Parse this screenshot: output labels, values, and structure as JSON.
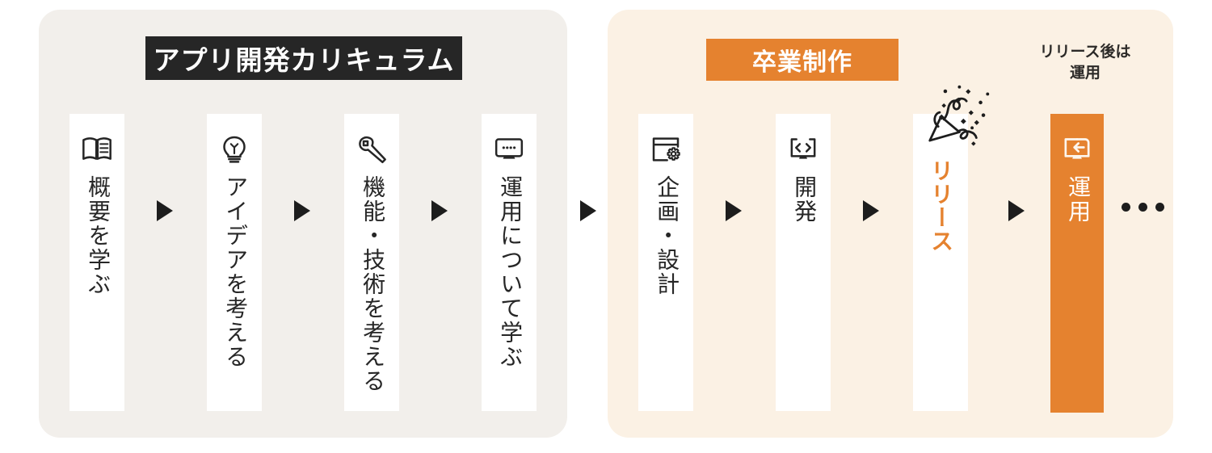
{
  "colors": {
    "page_background": "#ffffff",
    "curriculum_panel": "#f2efeb",
    "graduation_panel": "#fbf1e4",
    "badge_dark": "#262626",
    "accent_orange": "#e5822f",
    "card_white": "#ffffff",
    "text_dark": "#262626",
    "arrow_dark": "#1d1d1d"
  },
  "sections": {
    "curriculum": {
      "badge_label": "アプリ開発カリキュラム",
      "steps": [
        {
          "label": "概要を学ぶ",
          "icon": "open-book-icon"
        },
        {
          "label": "アイデアを考える",
          "icon": "lightbulb-icon"
        },
        {
          "label": "機能・技術を考える",
          "icon": "wrench-icon"
        },
        {
          "label": "運用について学ぶ",
          "icon": "monitor-dots-icon"
        }
      ]
    },
    "graduation": {
      "badge_label": "卒業制作",
      "note": "リリース後は\n運用",
      "steps": [
        {
          "label": "企画・設計",
          "icon": "window-gear-icon"
        },
        {
          "label": "開発",
          "icon": "code-monitor-icon"
        },
        {
          "label": "リリース",
          "icon": "party-popper-icon"
        },
        {
          "label": "運用",
          "icon": "monitor-back-arrow-icon"
        }
      ],
      "trailing_dots": "•••"
    }
  },
  "arrows": {
    "glyph": "▶",
    "count": 7
  }
}
